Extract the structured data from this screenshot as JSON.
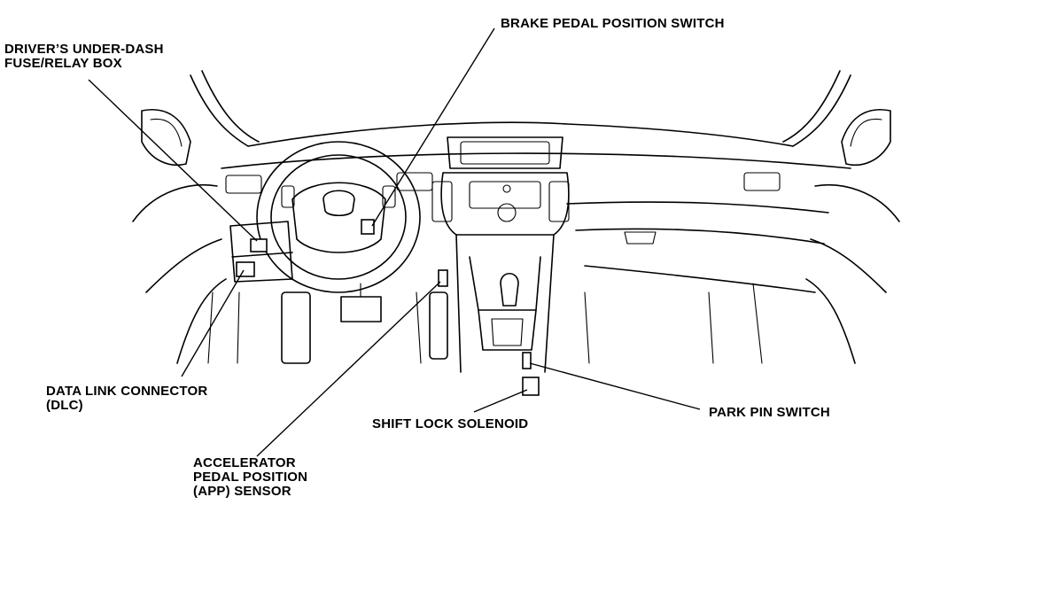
{
  "diagram": {
    "labels": {
      "fuse_box_line1": "DRIVER’S UNDER-DASH",
      "fuse_box_line2": "FUSE/RELAY BOX",
      "brake_switch": "BRAKE PEDAL POSITION SWITCH",
      "dlc_line1": "DATA LINK CONNECTOR",
      "dlc_line2": "(DLC)",
      "app_line1": "ACCELERATOR",
      "app_line2": "PEDAL POSITION",
      "app_line3": "(APP) SENSOR",
      "shift_lock": "SHIFT LOCK SOLENOID",
      "park_pin": "PARK PIN SWITCH"
    }
  }
}
